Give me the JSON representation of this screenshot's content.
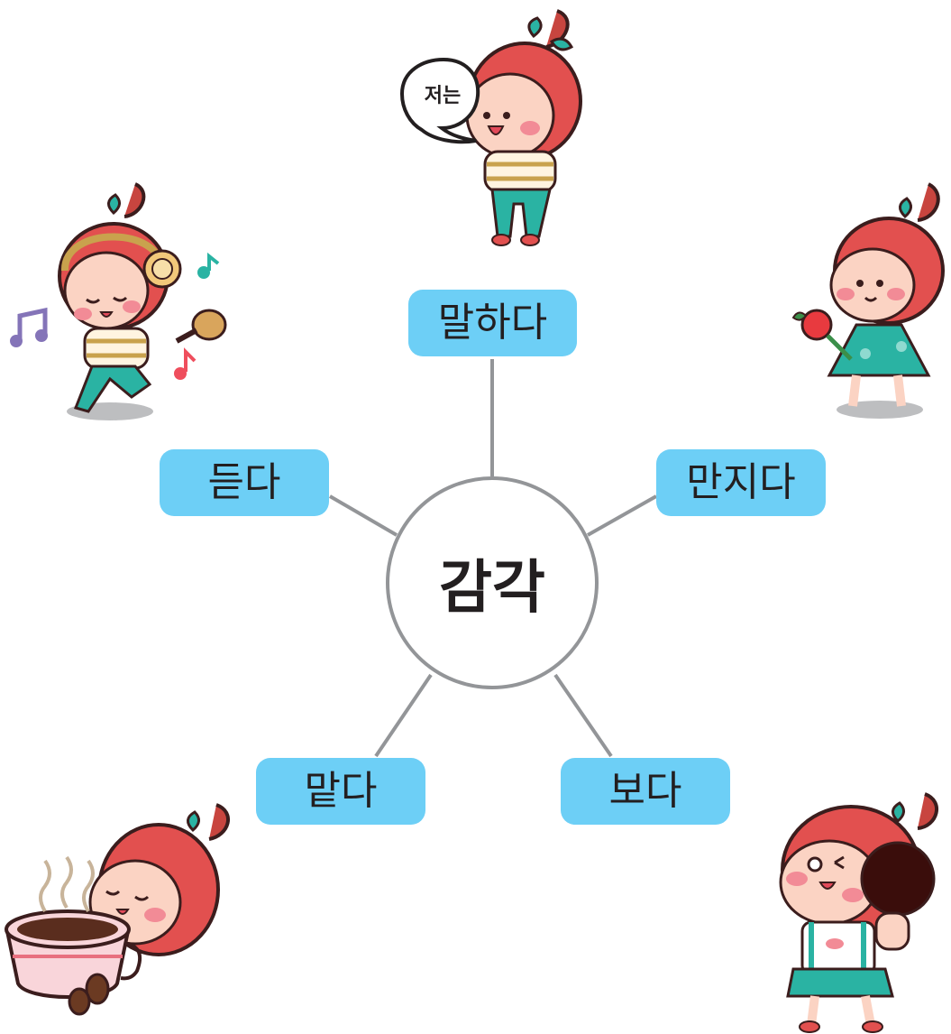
{
  "center": {
    "label": "감각"
  },
  "senses": {
    "speak": "말하다",
    "listen": "듣다",
    "touch": "만지다",
    "smell": "맡다",
    "see": "보다"
  },
  "speech_bubble": "저는",
  "colors": {
    "label_bg": "#6dcff6",
    "line": "#939598",
    "text": "#231f20",
    "hair": "#e2504f",
    "skin": "#fbd3c3",
    "teal": "#2ab3a3"
  }
}
